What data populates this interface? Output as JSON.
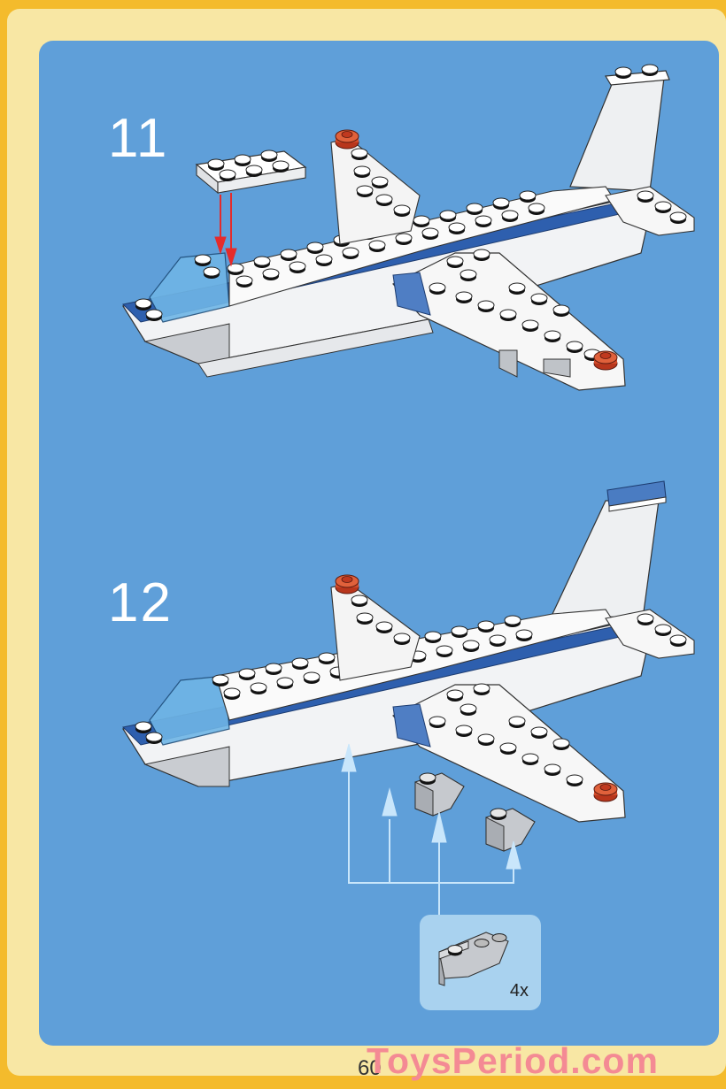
{
  "page": {
    "page_number": "60",
    "watermark": "ToysPeriod.com",
    "colors": {
      "outer_border": "#f4bb2c",
      "inner_border": "#f8e7a4",
      "panel": "#5f9fd9",
      "parts_box": "#a9d2ef",
      "watermark": "#f48a94"
    }
  },
  "steps": [
    {
      "number": "11",
      "description": "Attach 2x4 white plate onto fuselage behind cockpit",
      "arrow_color": "#e52b2b"
    },
    {
      "number": "12",
      "description": "Attach four gray inverted slopes under wings as engines",
      "arrow_color": "#c9e6fb",
      "parts": [
        {
          "name": "gray-inverted-slope",
          "quantity": "4x"
        }
      ]
    }
  ]
}
